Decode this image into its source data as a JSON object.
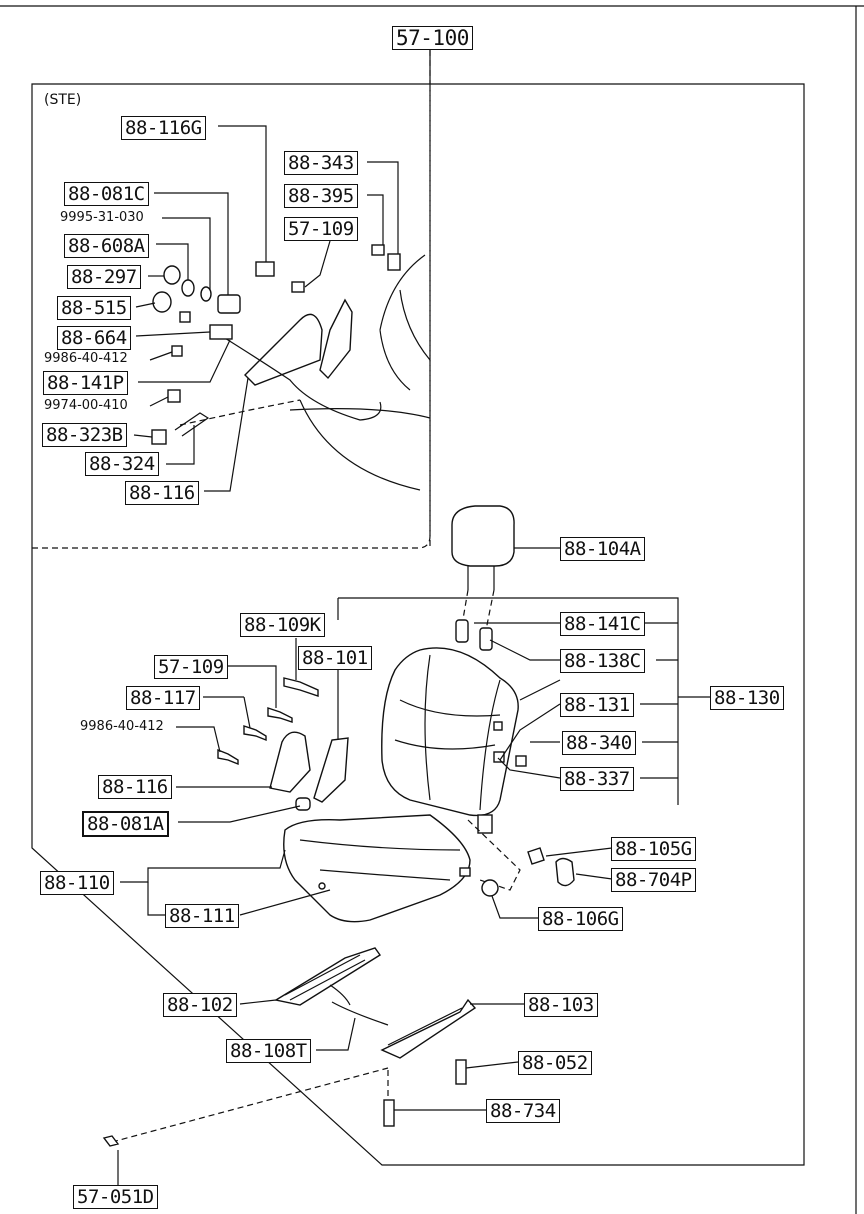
{
  "title": "57-100",
  "ste": {
    "caption": "(STE)",
    "labels": {
      "l88_116G": "88-116G",
      "l88_343": "88-343",
      "l88_395": "88-395",
      "l57_109": "57-109",
      "l88_081C": "88-081C",
      "p9995": "9995-31-030",
      "l88_608A": "88-608A",
      "l88_297": "88-297",
      "l88_515": "88-515",
      "l88_664": "88-664",
      "p9986": "9986-40-412",
      "l88_141P": "88-141P",
      "p9974": "9974-00-410",
      "l88_323B": "88-323B",
      "l88_324": "88-324",
      "l88_116": "88-116"
    }
  },
  "main": {
    "labels": {
      "l88_104A": "88-104A",
      "l88_109K": "88-109K",
      "l88_141C": "88-141C",
      "l57_109": "57-109",
      "l88_101": "88-101",
      "l88_138C": "88-138C",
      "l88_117": "88-117",
      "l88_131": "88-131",
      "l88_130": "88-130",
      "p9986": "9986-40-412",
      "l88_340": "88-340",
      "l88_116": "88-116",
      "l88_337": "88-337",
      "l88_081A": "88-081A",
      "l88_105G": "88-105G",
      "l88_110": "88-110",
      "l88_704P": "88-704P",
      "l88_111": "88-111",
      "l88_106G": "88-106G",
      "l88_102": "88-102",
      "l88_103": "88-103",
      "l88_108T": "88-108T",
      "l88_052": "88-052",
      "l88_734": "88-734",
      "l57_051D": "57-051D"
    }
  }
}
